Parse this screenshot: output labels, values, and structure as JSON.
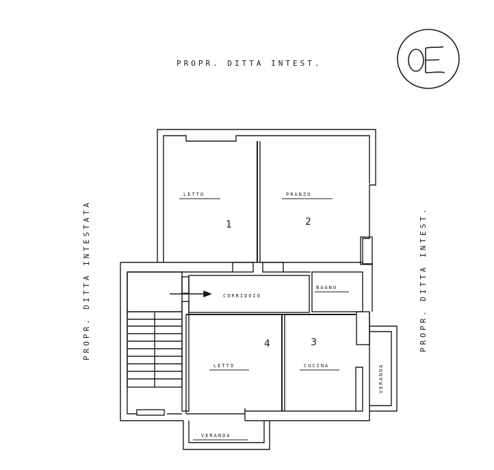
{
  "labels": {
    "top_owner": "PROPR. DITTA INTEST.",
    "left_owner": "PROPR. DITTA INTESTATA",
    "right_owner": "PROPR. DITTA INTEST.",
    "room_letto_1": "LETTO",
    "room_pranzo": "PRANZO",
    "corridoio": "CORRIDOIO",
    "bagno": "BAGNO",
    "room_letto_2": "LETTO",
    "cucina": "CUCINA",
    "veranda_bottom": "VERANDA",
    "veranda_right": "VERANDA"
  },
  "room_numbers": {
    "n1": "1",
    "n2": "2",
    "n3": "3",
    "n4": "4"
  },
  "seal": {
    "text": "OE"
  },
  "colors": {
    "line": "#1a1a1a",
    "paper": "#ffffff"
  }
}
